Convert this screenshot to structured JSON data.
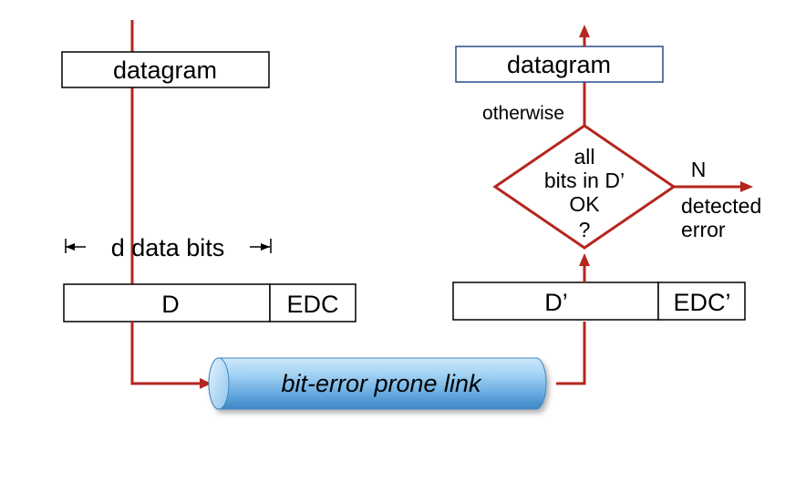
{
  "sender": {
    "datagram_label": "datagram",
    "width_label": "d data bits",
    "data_label": "D",
    "edc_label": "EDC"
  },
  "link": {
    "label": "bit-error prone link"
  },
  "receiver": {
    "datagram_label": "datagram",
    "data_label": "D’",
    "edc_label": "EDC’",
    "otherwise_label": "otherwise",
    "decision": {
      "line1": "all",
      "line2": "bits in D’",
      "line3": "OK",
      "line4": "?"
    },
    "no_label": "N",
    "error_line1": "detected",
    "error_line2": "error"
  },
  "colors": {
    "arrow": "#b5261e",
    "box_border": "#000000",
    "receiver_datagram_border": "#2f4b8c",
    "link_light": "#d4ecfb",
    "link_mid": "#79b9e8",
    "link_dark": "#3f86c4"
  }
}
